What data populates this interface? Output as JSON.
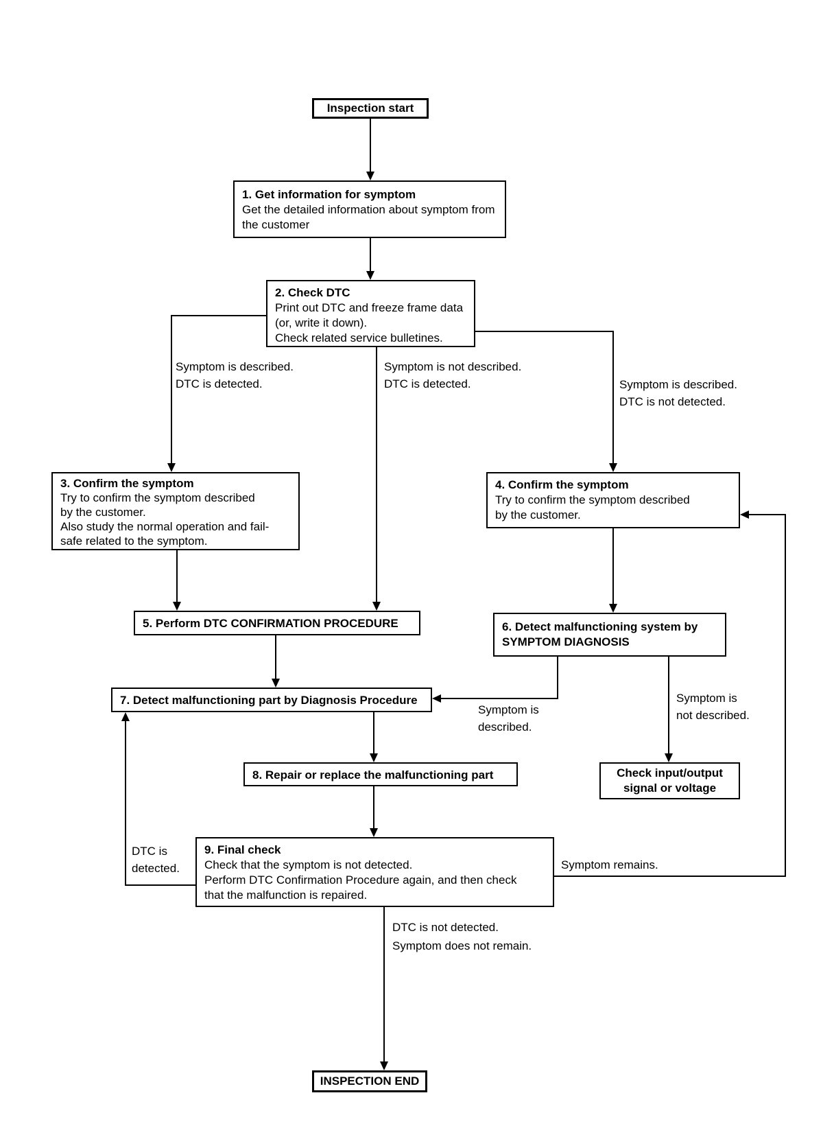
{
  "nodes": {
    "start": {
      "label": "Inspection start"
    },
    "n1": {
      "title": "1. Get information for symptom",
      "lines": [
        "Get the detailed information about symptom from",
        "the customer"
      ]
    },
    "n2": {
      "title": "2. Check DTC",
      "lines": [
        "Print out DTC and freeze frame data",
        "(or, write it down).",
        "Check related service bulletines."
      ]
    },
    "n3": {
      "title": "3. Confirm the symptom",
      "lines": [
        "Try to confirm the symptom described",
        "by the customer.",
        "Also study the normal operation and fail-",
        "safe related to the symptom."
      ]
    },
    "n4": {
      "title": "4. Confirm the symptom",
      "lines": [
        "Try to confirm the symptom described",
        "by the customer."
      ]
    },
    "n5": {
      "title": "5. Perform DTC CONFIRMATION PROCEDURE"
    },
    "n6": {
      "title": "6. Detect malfunctioning system by",
      "title2": "SYMPTOM DIAGNOSIS"
    },
    "n7": {
      "title": "7. Detect malfunctioning part by Diagnosis Procedure"
    },
    "n8": {
      "title": "8. Repair or replace the malfunctioning part"
    },
    "n9": {
      "title": "9. Final check",
      "lines": [
        "Check that the symptom is not detected.",
        "Perform DTC Confirmation Procedure again, and then check",
        "that the malfunction is repaired."
      ]
    },
    "check_io": {
      "title": "Check input/output",
      "title2": "signal or voltage"
    },
    "end": {
      "label": "INSPECTION END"
    }
  },
  "edge_labels": {
    "left_branch": [
      "Symptom is described.",
      "DTC is detected."
    ],
    "mid_branch": [
      "Symptom is not described.",
      "DTC is detected."
    ],
    "right_branch": [
      "Symptom is described.",
      "DTC is not detected."
    ],
    "sym_described": [
      "Symptom is",
      "described."
    ],
    "sym_not_described": [
      "Symptom is",
      "not described."
    ],
    "dtc_detected": [
      "DTC is",
      "detected."
    ],
    "symptom_remains": "Symptom remains.",
    "end_branch": [
      "DTC is not detected.",
      "Symptom does not remain."
    ]
  },
  "colors": {
    "line": "#000000",
    "background": "#ffffff",
    "text": "#000000"
  }
}
